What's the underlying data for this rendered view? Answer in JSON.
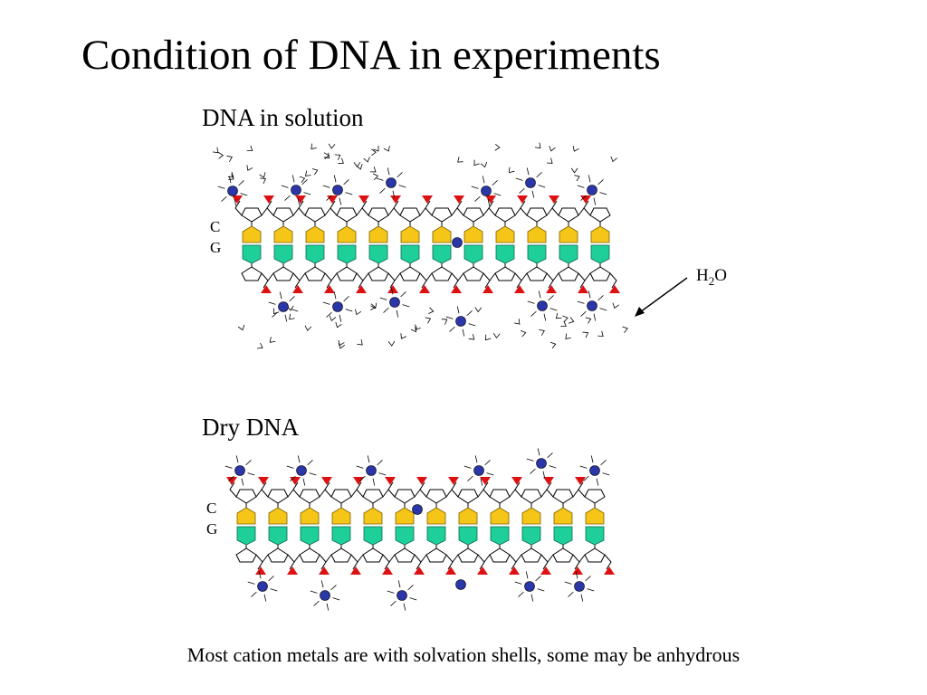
{
  "title": "Condition of DNA in experiments",
  "panel_solution": {
    "heading": "DNA in solution",
    "pair_label_top": "C",
    "pair_label_bottom": "G",
    "water_label": "H2O"
  },
  "panel_dry": {
    "heading": "Dry DNA",
    "pair_label_top": "C",
    "pair_label_bottom": "G"
  },
  "caption": "Most cation metals are with solvation shells, some may be anhydrous",
  "colors": {
    "cytosine": "#f5c518",
    "guanine": "#1fcf9a",
    "phosphate": "#dd1111",
    "cation": "#2b36a8",
    "backbone": "#000000"
  }
}
